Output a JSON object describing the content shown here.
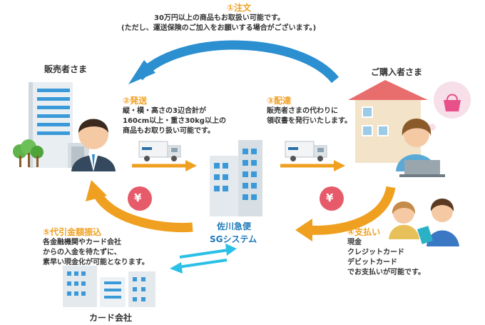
{
  "order": {
    "title": "①注文",
    "line1": "30万円以上の商品もお取扱い可能です。",
    "line2": "(ただし、運送保険のご加入をお願いする場合がございます。)"
  },
  "seller": {
    "label": "販売者さま"
  },
  "buyer": {
    "label": "ご購入者さま"
  },
  "shipping": {
    "title": "②発送",
    "line1": "縦・横・高さの3辺合計が",
    "line2": "160cm以上・重さ30kg以上の",
    "line3": "商品もお取り扱い可能です。"
  },
  "delivery": {
    "title": "③配達",
    "line1": "販売者さまの代わりに",
    "line2": "領収書を発行いたします。"
  },
  "payment": {
    "title": "④支払い",
    "line1": "現金",
    "line2": "クレジットカード",
    "line3": "デビットカード",
    "line4": "でお支払いが可能です。"
  },
  "transfer": {
    "title": "⑤代引金額振込",
    "line1": "各金融機関やカード会社",
    "line2": "からの入金を待たずに、",
    "line3": "素早い現金化が可能となります。"
  },
  "center": {
    "line1": "佐川急便",
    "line2": "SGシステム"
  },
  "card_company": {
    "label": "カード会社"
  },
  "yen_symbol": "¥",
  "colors": {
    "orange": "#f0a020",
    "blue": "#2b8fd0",
    "step_text": "#f0a020"
  }
}
